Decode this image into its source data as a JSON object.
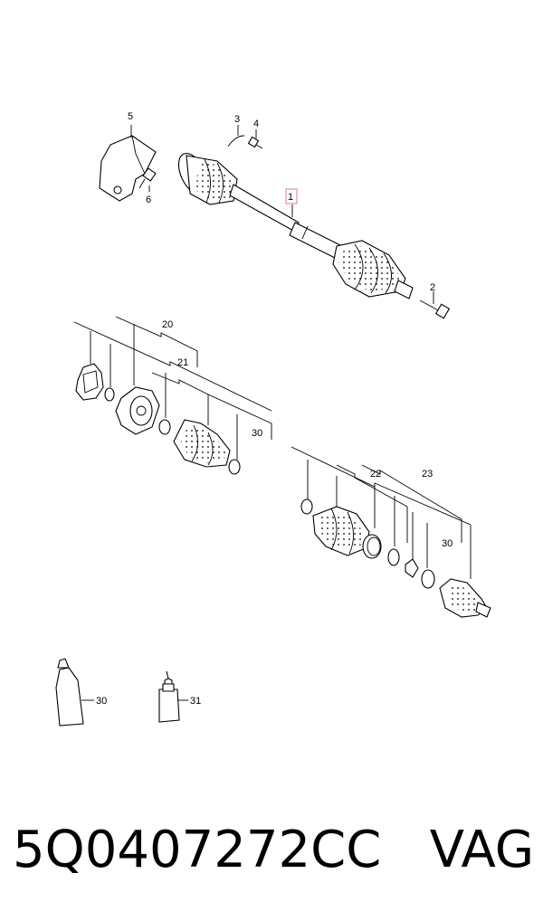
{
  "callouts": {
    "c1": "1",
    "c2": "2",
    "c3": "3",
    "c4": "4",
    "c5": "5",
    "c6": "6",
    "c20": "20",
    "c21": "21",
    "c30a": "30",
    "c22": "22",
    "c23": "23",
    "c30b": "30",
    "c30c": "30",
    "c31": "31"
  },
  "caption": {
    "part_number": "5Q0407272CC",
    "brand": "VAG"
  },
  "colors": {
    "highlight_box": "#e07a86",
    "ink": "#000000"
  }
}
